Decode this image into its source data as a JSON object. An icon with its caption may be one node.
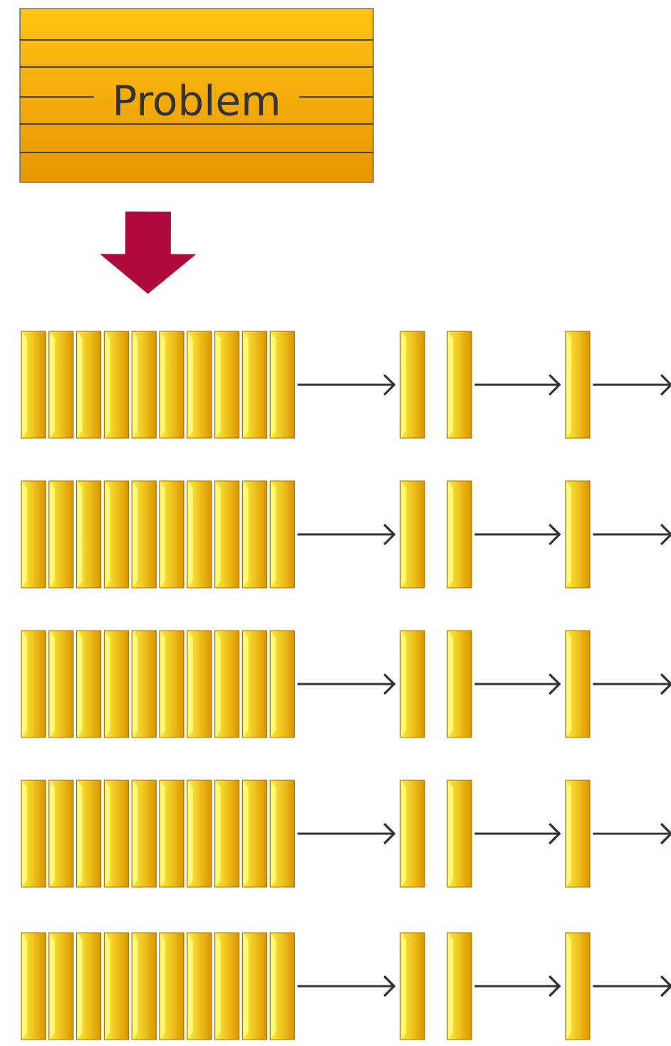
{
  "diagram": {
    "nodes": [
      {
        "text": [
          "Problem"
        ]
      },
      {
        "text": [],
        "shape": "bar"
      },
      {
        "text": [],
        "shape": "bar"
      },
      {
        "text": [],
        "shape": "bar"
      },
      {
        "text": [],
        "shape": "bar"
      },
      {
        "text": [],
        "shape": "bar"
      },
      {
        "text": [],
        "shape": "bar"
      },
      {
        "text": [],
        "shape": "bar"
      },
      {
        "text": [],
        "shape": "bar"
      },
      {
        "text": [],
        "shape": "bar"
      },
      {
        "text": [],
        "shape": "bar"
      },
      {
        "text": [],
        "shape": "bar"
      },
      {
        "text": [],
        "shape": "bar"
      },
      {
        "text": [],
        "shape": "bar"
      },
      {
        "text": [],
        "shape": "bar"
      },
      {
        "text": [],
        "shape": "bar"
      }
    ],
    "edges": [
      {
        "from": 0,
        "to": 1,
        "arrow": "to",
        "style": "thick",
        "color": "#b00a3c"
      },
      {
        "from": 1,
        "to": 2,
        "arrow": "to"
      },
      {
        "from": 2,
        "to": 3,
        "arrow": "to"
      },
      {
        "from": 3,
        "to": null,
        "arrow": "to"
      },
      {
        "from": 4,
        "to": 5,
        "arrow": "to"
      },
      {
        "from": 5,
        "to": 6,
        "arrow": "to"
      },
      {
        "from": 6,
        "to": null,
        "arrow": "to"
      },
      {
        "from": 7,
        "to": 8,
        "arrow": "to"
      },
      {
        "from": 8,
        "to": 9,
        "arrow": "to"
      },
      {
        "from": 9,
        "to": null,
        "arrow": "to"
      },
      {
        "from": 10,
        "to": 11,
        "arrow": "to"
      },
      {
        "from": 11,
        "to": 12,
        "arrow": "to"
      },
      {
        "from": 12,
        "to": null,
        "arrow": "to"
      },
      {
        "from": 13,
        "to": 14,
        "arrow": "to"
      },
      {
        "from": 14,
        "to": 15,
        "arrow": "to"
      },
      {
        "from": 15,
        "to": null,
        "arrow": "to"
      }
    ]
  }
}
